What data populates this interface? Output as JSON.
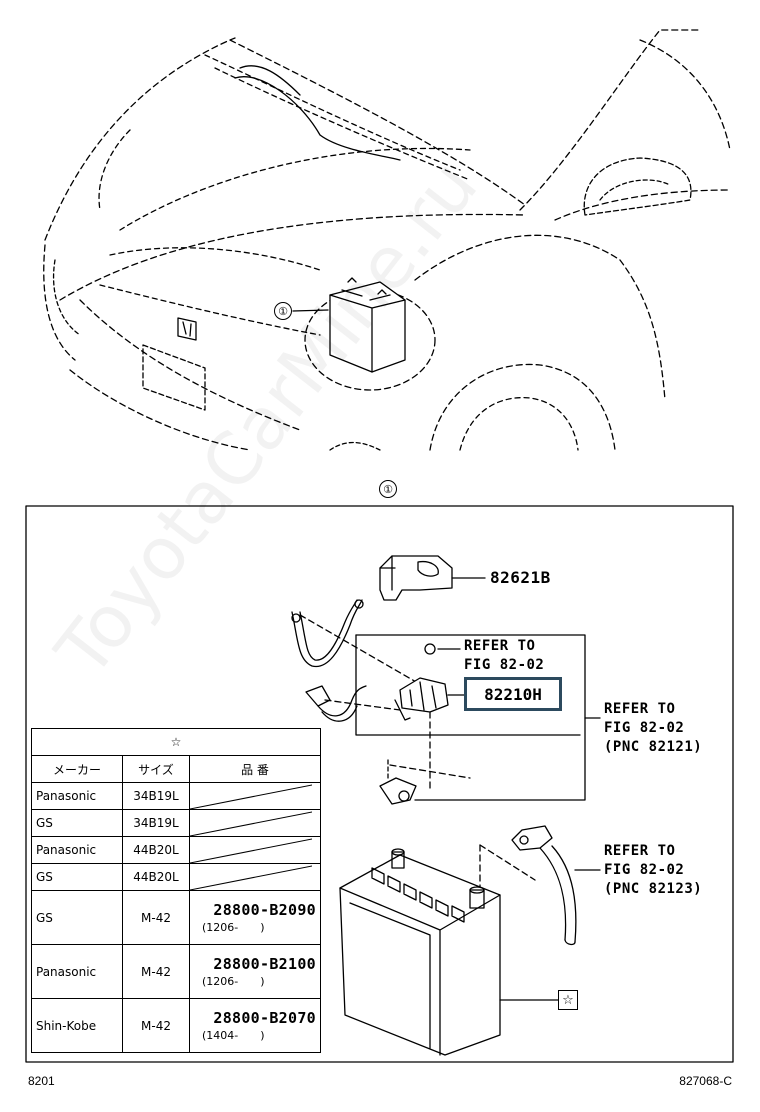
{
  "callouts": {
    "top_ref": "①",
    "detail_ref": "①",
    "table_star": "☆",
    "battery_star": "☆"
  },
  "parts": {
    "cover": "82621B",
    "fusible_link": "82210H"
  },
  "refer_notes": [
    {
      "line1": "REFER TO",
      "line2": "FIG 82-02",
      "line3": ""
    },
    {
      "line1": "REFER TO",
      "line2": "FIG 82-02",
      "line3": "(PNC 82121)"
    },
    {
      "line1": "REFER TO",
      "line2": "FIG 82-02",
      "line3": "(PNC 82123)"
    }
  ],
  "table": {
    "headers": [
      "メーカー",
      "サイズ",
      "品 番"
    ],
    "rows": [
      {
        "maker": "Panasonic",
        "size": "34B19L",
        "part": "",
        "date": ""
      },
      {
        "maker": "GS",
        "size": "34B19L",
        "part": "",
        "date": ""
      },
      {
        "maker": "Panasonic",
        "size": "44B20L",
        "part": "",
        "date": ""
      },
      {
        "maker": "GS",
        "size": "44B20L",
        "part": "",
        "date": ""
      },
      {
        "maker": "GS",
        "size": "M-42",
        "part": "28800-B2090",
        "date": "(1206-　　)"
      },
      {
        "maker": "Panasonic",
        "size": "M-42",
        "part": "28800-B2100",
        "date": "(1206-　　)"
      },
      {
        "maker": "Shin-Kobe",
        "size": "M-42",
        "part": "28800-B2070",
        "date": "(1404-　　)"
      }
    ]
  },
  "footer": {
    "left": "8201",
    "right": "827068-C"
  },
  "watermark": "ToyotaCarMine.ru",
  "colors": {
    "highlight_border": "#2c4a5e"
  }
}
